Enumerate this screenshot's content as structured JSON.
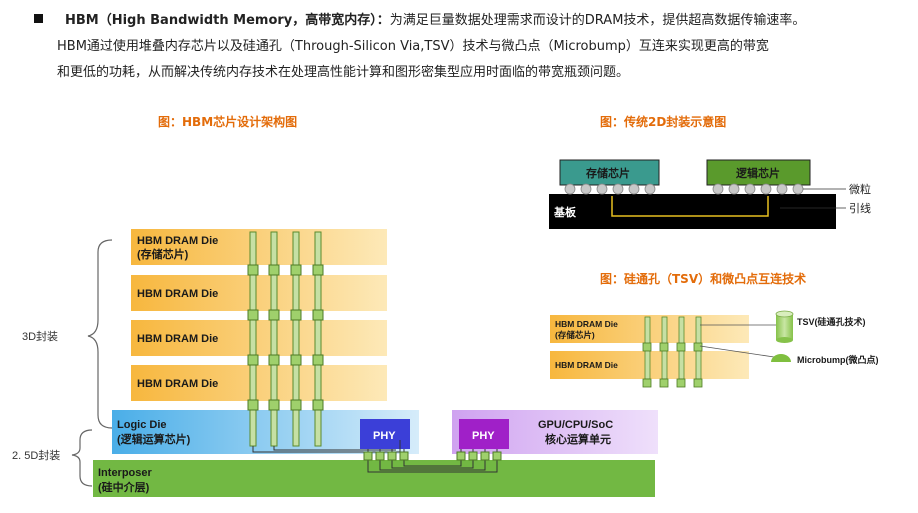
{
  "intro": {
    "bold_lead": "HBM（High Bandwidth Memory，高带宽内存）：",
    "line1_rest": "为满足巨量数据处理需求而设计的DRAM技术，提供超高数据传输速率。",
    "line2": "HBM通过使用堆叠内存芯片以及硅通孔（Through-Silicon Via,TSV）技术与微凸点（Microbump）互连来实现更高的带宽",
    "line3": "和更低的功耗，从而解决传统内存技术在处理高性能计算和图形密集型应用时面临的带宽瓶颈问题。"
  },
  "captions": {
    "hbm_arch": "图：HBM芯片设计架构图",
    "traditional_2d": "图：传统2D封装示意图",
    "tsv_microbump": "图：硅通孔（TSV）和微凸点互连技术"
  },
  "hbm_arch": {
    "die1_name": "HBM DRAM Die",
    "die1_sub": "(存储芯片)",
    "die_name": "HBM DRAM Die",
    "logic_name": "Logic Die",
    "logic_sub": "(逻辑运算芯片)",
    "phy": "PHY",
    "gpu_name": "GPU/CPU/SoC",
    "gpu_sub": "核心运算单元",
    "interposer_name": "Interposer",
    "interposer_sub": "(硅中介层)",
    "label_3d": "3D封装",
    "label_25d": "2. 5D封装"
  },
  "trad2d": {
    "storage": "存储芯片",
    "logic": "逻辑芯片",
    "substrate": "基板",
    "microbump_label": "微粒",
    "wire_label": "引线"
  },
  "tsv": {
    "die_top_name": "HBM DRAM Die",
    "die_top_sub": "(存储芯片)",
    "die_bottom_name": "HBM DRAM Die",
    "tsv_label": "TSV(硅通孔技术)",
    "microbump_label": "Microbump(微凸点)"
  },
  "colors": {
    "accent_orange": "#e36c0a",
    "dram_gold": "#f9c150",
    "interposer_green": "#72b843",
    "tsv_green": "#c6e0a4",
    "phy_blue": "#3b3fd8",
    "phy_purple": "#a020c8"
  }
}
